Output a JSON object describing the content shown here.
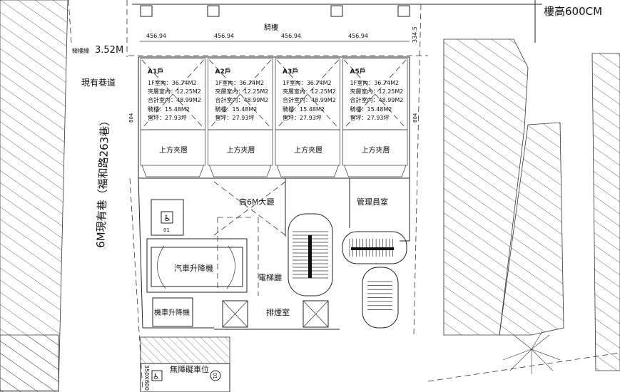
{
  "header": {
    "floor_height": "樓高600CM"
  },
  "arcade": {
    "label": "騎樓",
    "line_label": "騎樓線",
    "line_value": "3.52M",
    "dims": [
      "456.94",
      "456.94",
      "456.94",
      "456.94"
    ],
    "side_dim": "334.5"
  },
  "street": {
    "alley_label": "現有巷道",
    "road_label": "6M現有巷（福和路263巷）"
  },
  "unit_depth": [
    "804",
    "804"
  ],
  "units": [
    {
      "id": "A1戶",
      "indoor_1f": "1F室內：36.74M2",
      "mezz": "夾層室內：12.25M2",
      "total": "合計室內：48.99M2",
      "arcade": "騎樓：15.48M2",
      "ping": "售坪：27.93坪",
      "mezz_label": "上方夾層"
    },
    {
      "id": "A2戶",
      "indoor_1f": "1F室內：36.74M2",
      "mezz": "夾層室內：12.25M2",
      "total": "合計室內：48.99M2",
      "arcade": "騎樓：15.48M2",
      "ping": "售坪：27.93坪",
      "mezz_label": "上方夾層"
    },
    {
      "id": "A3戶",
      "indoor_1f": "1F室內：36.74M2",
      "mezz": "夾層室內：12.25M2",
      "total": "合計室內：48.99M2",
      "arcade": "騎樓：15.48M2",
      "ping": "售坪：27.93坪",
      "mezz_label": "上方夾層"
    },
    {
      "id": "A5戶",
      "indoor_1f": "1F室內：36.74M2",
      "mezz": "夾層室內：12.25M2",
      "total": "合計室內：48.99M2",
      "arcade": "騎樓：15.48M2",
      "ping": "售坪：27.93坪",
      "mezz_label": "上方夾層"
    }
  ],
  "rooms": {
    "lobby": "高6M大廳",
    "manager": "管理員室",
    "car_lift": "汽車升降機",
    "elevator_hall": "電梯廳",
    "moto_lift": "機車升降機",
    "smoke_room": "排煙室",
    "accessible_parking": "無障礙車位",
    "parking_size": "350X600",
    "parking_no": "01",
    "parking_no_top": "01"
  }
}
